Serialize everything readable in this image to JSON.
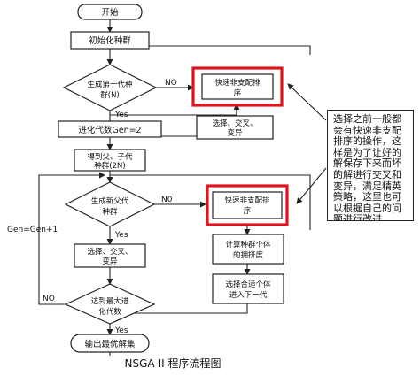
{
  "flowchart": {
    "start": "开始",
    "init_population": "初始化种群",
    "first_gen_line1": "生成第一代种",
    "first_gen_line2": "群(N)",
    "label_no": "NO",
    "label_no_upper": "N0",
    "label_no_bottom": "NO",
    "label_yes": "Yes",
    "label_yes_2": "Yes",
    "label_yes_3": "Yes",
    "gen_eq_2": "进化代数Gen=2",
    "merge_line1": "得到父、子代",
    "merge_line2": "种群(2N)",
    "new_parent_line1": "生成新父代",
    "new_parent_line2": "种群",
    "gen_increment": "Gen=Gen+1",
    "select_cross_mut_1_line1": "选择、交叉、",
    "select_cross_mut_1_line2": "变异",
    "max_gen_line1": "达到最大进",
    "max_gen_line2": "化代数",
    "output": "输出最优解集",
    "fast_sort_1_line1": "快速非支配排",
    "fast_sort_1_line2": "序",
    "select_cross_mut_2_line1": "选择、交叉、",
    "select_cross_mut_2_line2": "变异",
    "fast_sort_2_line1": "快速非支配排",
    "fast_sort_2_line2": "序",
    "crowding_line1": "计算种群个体",
    "crowding_line2": "的拥挤度",
    "elitist_line1": "选择合适个体",
    "elitist_line2": "进入下一代"
  },
  "caption": "NSGA-II 程序流程图",
  "annotation": "选择之前一般都会有快速非支配排序的操作，这样是为了让好的解保存下来而坏的解进行交叉和变异，满足精英策略，这里也可以根据自己的问题进行改进",
  "colors": {
    "highlight": "#e0141e",
    "line": "#222222"
  }
}
